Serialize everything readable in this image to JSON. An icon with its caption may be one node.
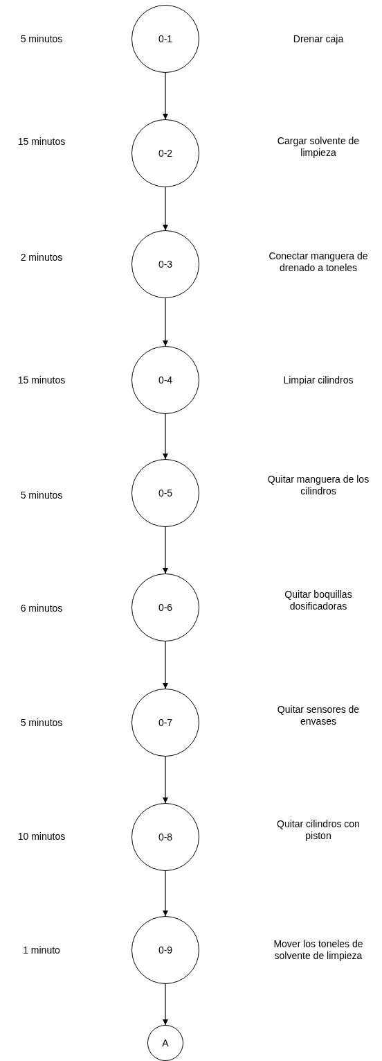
{
  "diagram": {
    "nodes": [
      {
        "text": [
          "0-1"
        ]
      },
      {
        "text": [
          "0-2"
        ]
      },
      {
        "text": [
          "0-3"
        ]
      },
      {
        "text": [
          "0-4"
        ]
      },
      {
        "text": [
          "0-5"
        ]
      },
      {
        "text": [
          "0-6"
        ]
      },
      {
        "text": [
          "0-7"
        ]
      },
      {
        "text": [
          "0-8"
        ]
      },
      {
        "text": [
          "0-9"
        ]
      },
      {
        "text": [
          "A"
        ]
      }
    ],
    "edges": [
      {
        "from": 0,
        "to": 1,
        "arrow": "to"
      },
      {
        "from": 1,
        "to": 2,
        "arrow": "to"
      },
      {
        "from": 2,
        "to": 3,
        "arrow": "to"
      },
      {
        "from": 3,
        "to": 4,
        "arrow": "to"
      },
      {
        "from": 4,
        "to": 5,
        "arrow": "to"
      },
      {
        "from": 5,
        "to": 6,
        "arrow": "to"
      },
      {
        "from": 6,
        "to": 7,
        "arrow": "to"
      },
      {
        "from": 7,
        "to": 8,
        "arrow": "to"
      },
      {
        "from": 8,
        "to": 9,
        "arrow": "to"
      }
    ],
    "labels": [
      "5 minutos",
      "Drenar caja",
      "15 minutos",
      "Cargar solvente de limpieza",
      "2 minutos",
      "Conectar manguera de drenado a toneles",
      "15 minutos",
      "Limpiar cilindros",
      "5 minutos",
      "Quitar manguera de los cilindros",
      "6 minutos",
      "Quitar boquillas dosificadoras",
      "5 minutos",
      "Quitar sensores de envases",
      "10 minutos",
      "Quitar cilindros con piston",
      "1 minuto",
      "Mover los toneles de solvente de limpieza"
    ]
  }
}
